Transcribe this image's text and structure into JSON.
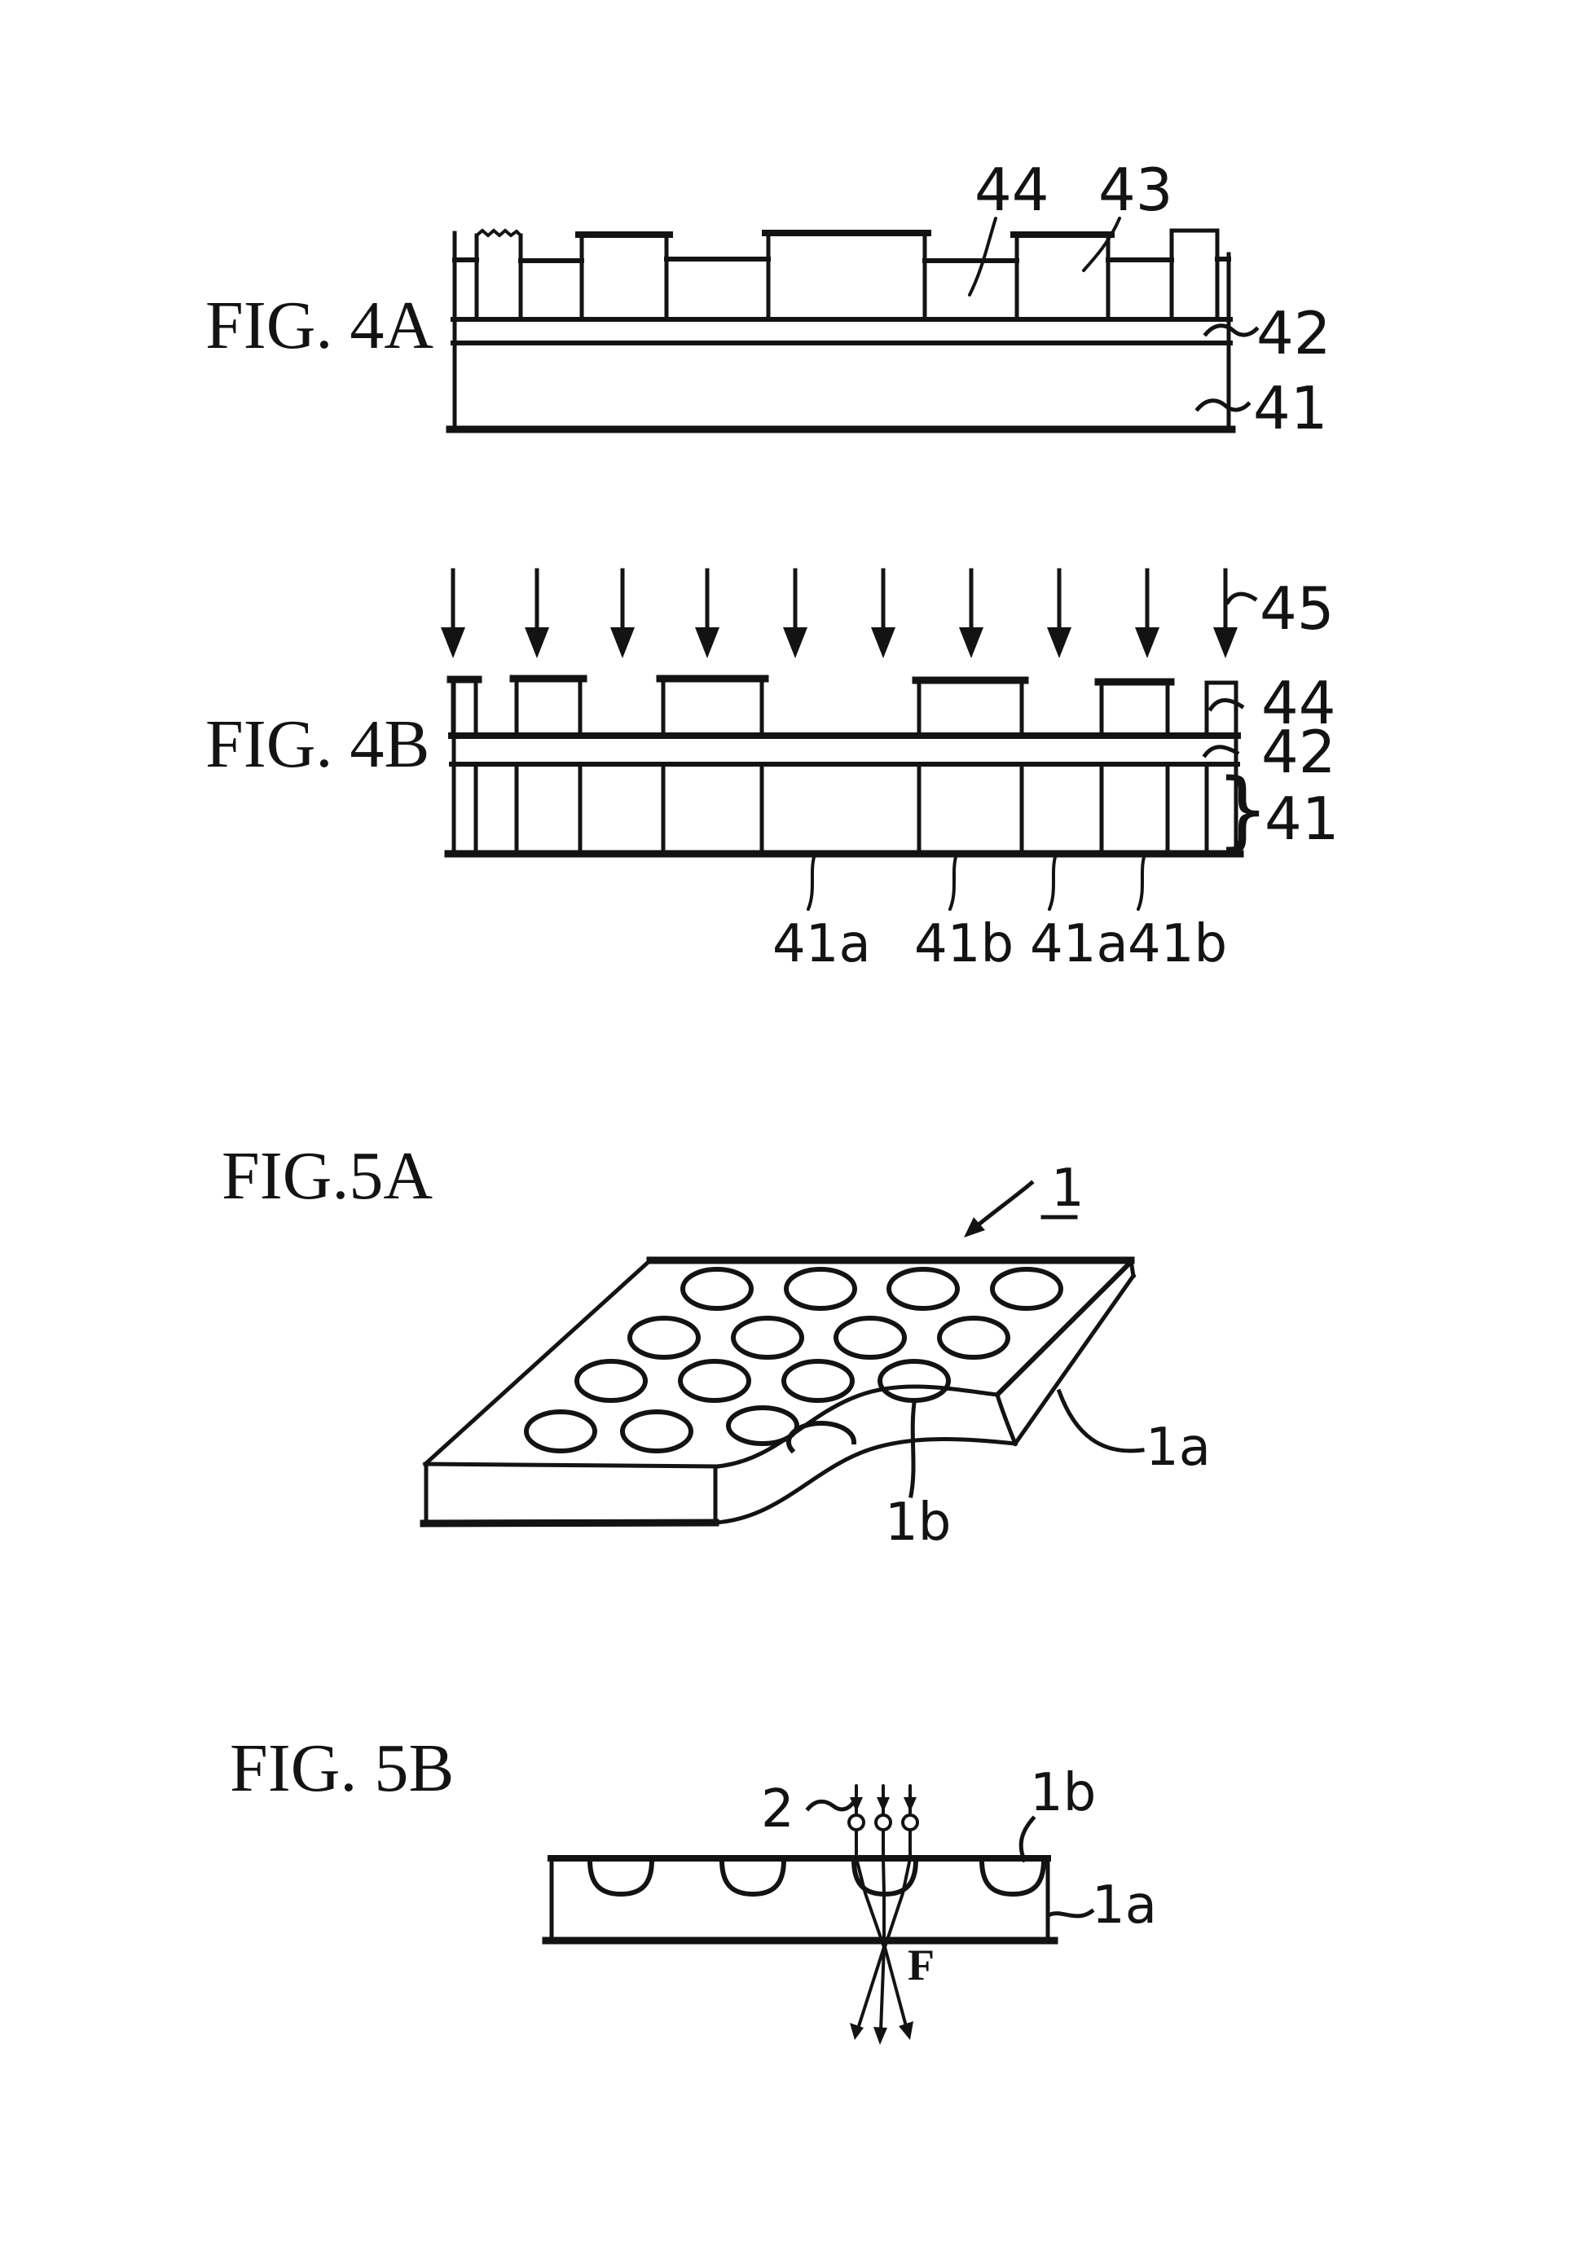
{
  "sheet": {
    "paper_color": "#ffffff",
    "ink_color": "#131313"
  },
  "figures": {
    "fig4a": {
      "title": "FIG. 4A",
      "labels": {
        "n44": "44",
        "n43": "43",
        "n42": "42",
        "n41": "41"
      }
    },
    "fig4b": {
      "title": "FIG. 4B",
      "labels": {
        "n45": "45",
        "n44": "44",
        "n42": "42",
        "n41": "41",
        "n41a1": "41a",
        "n41b1": "41b",
        "n41a2": "41a",
        "n41b2": "41b"
      },
      "brace": "}"
    },
    "fig5a": {
      "title": "FIG.5A",
      "labels": {
        "n1": "1",
        "n1a": "1a",
        "n1b": "1b"
      }
    },
    "fig5b": {
      "title": "FIG. 5B",
      "labels": {
        "n2": "2",
        "n1b": "1b",
        "n1a": "1a",
        "nF": "F"
      }
    }
  }
}
